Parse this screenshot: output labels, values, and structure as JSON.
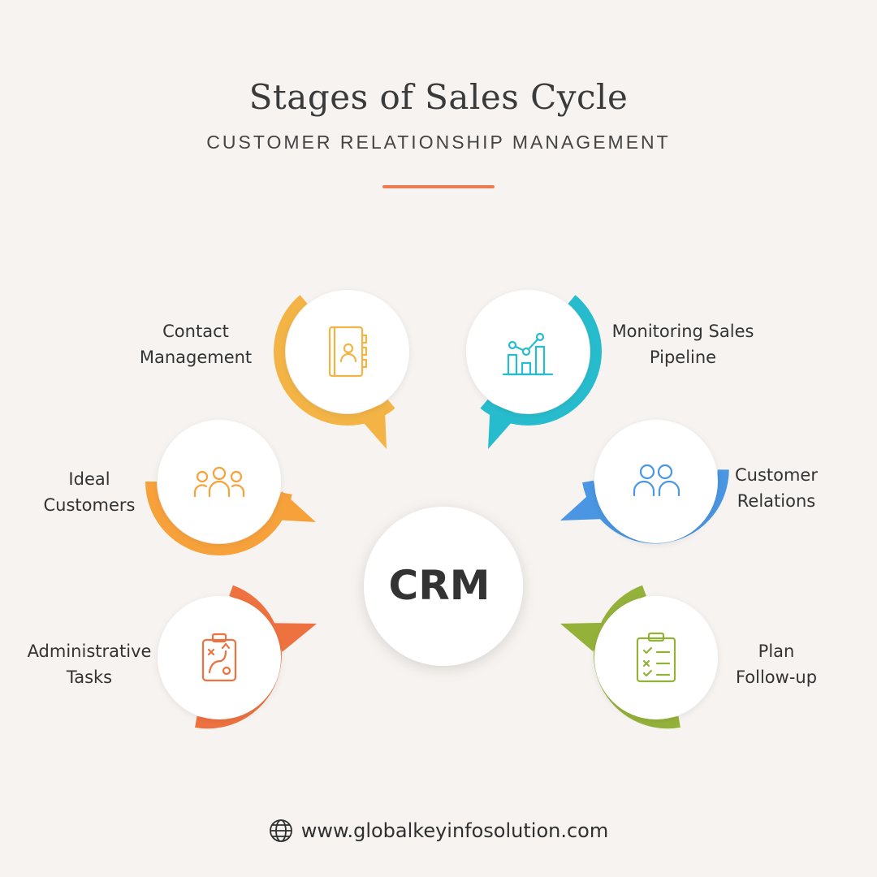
{
  "header": {
    "title": "Stages of Sales Cycle",
    "subtitle": "CUSTOMER RELATIONSHIP MANAGEMENT"
  },
  "center": {
    "label": "CRM"
  },
  "stages": [
    {
      "label": "Contact\nManagement",
      "color": "#f3b445",
      "icon": "contact-book-icon"
    },
    {
      "label": "Monitoring Sales\nPipeline",
      "color": "#27bccd",
      "icon": "bar-chart-icon"
    },
    {
      "label": "Ideal\nCustomers",
      "color": "#f7a13b",
      "icon": "group-icon"
    },
    {
      "label": "Customer\nRelations",
      "color": "#4a96e2",
      "icon": "two-people-icon"
    },
    {
      "label": "Administrative\nTasks",
      "color": "#ee7240",
      "icon": "strategy-clipboard-icon"
    },
    {
      "label": "Plan\nFollow-up",
      "color": "#94b23a",
      "icon": "checklist-icon"
    }
  ],
  "footer": {
    "url": "www.globalkeyinfosolution.com",
    "icon": "globe-icon"
  },
  "colors": {
    "background": "#f7f3f0",
    "accent": "#ec7b52"
  }
}
